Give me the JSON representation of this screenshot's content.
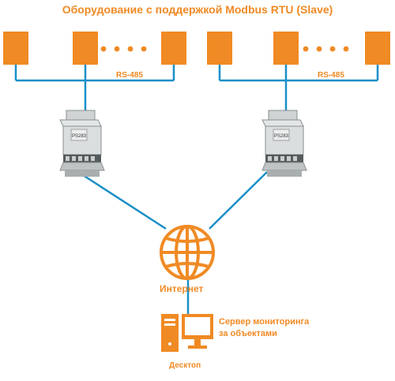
{
  "title": "Оборудование с поддержкой Modbus RTU (Slave)",
  "bus_left_label": "RS-485",
  "bus_right_label": "RS-485",
  "internet_label": "Интернет",
  "server_label_line1": "Сервер мониторинга",
  "server_label_line2": "за объектами",
  "desktop_label": "Десктоп",
  "device_model": "PS283",
  "colors": {
    "accent": "#f08a24",
    "line": "#1a8fc8",
    "device_body": "#cfd3d4",
    "device_dark": "#555a5c"
  }
}
